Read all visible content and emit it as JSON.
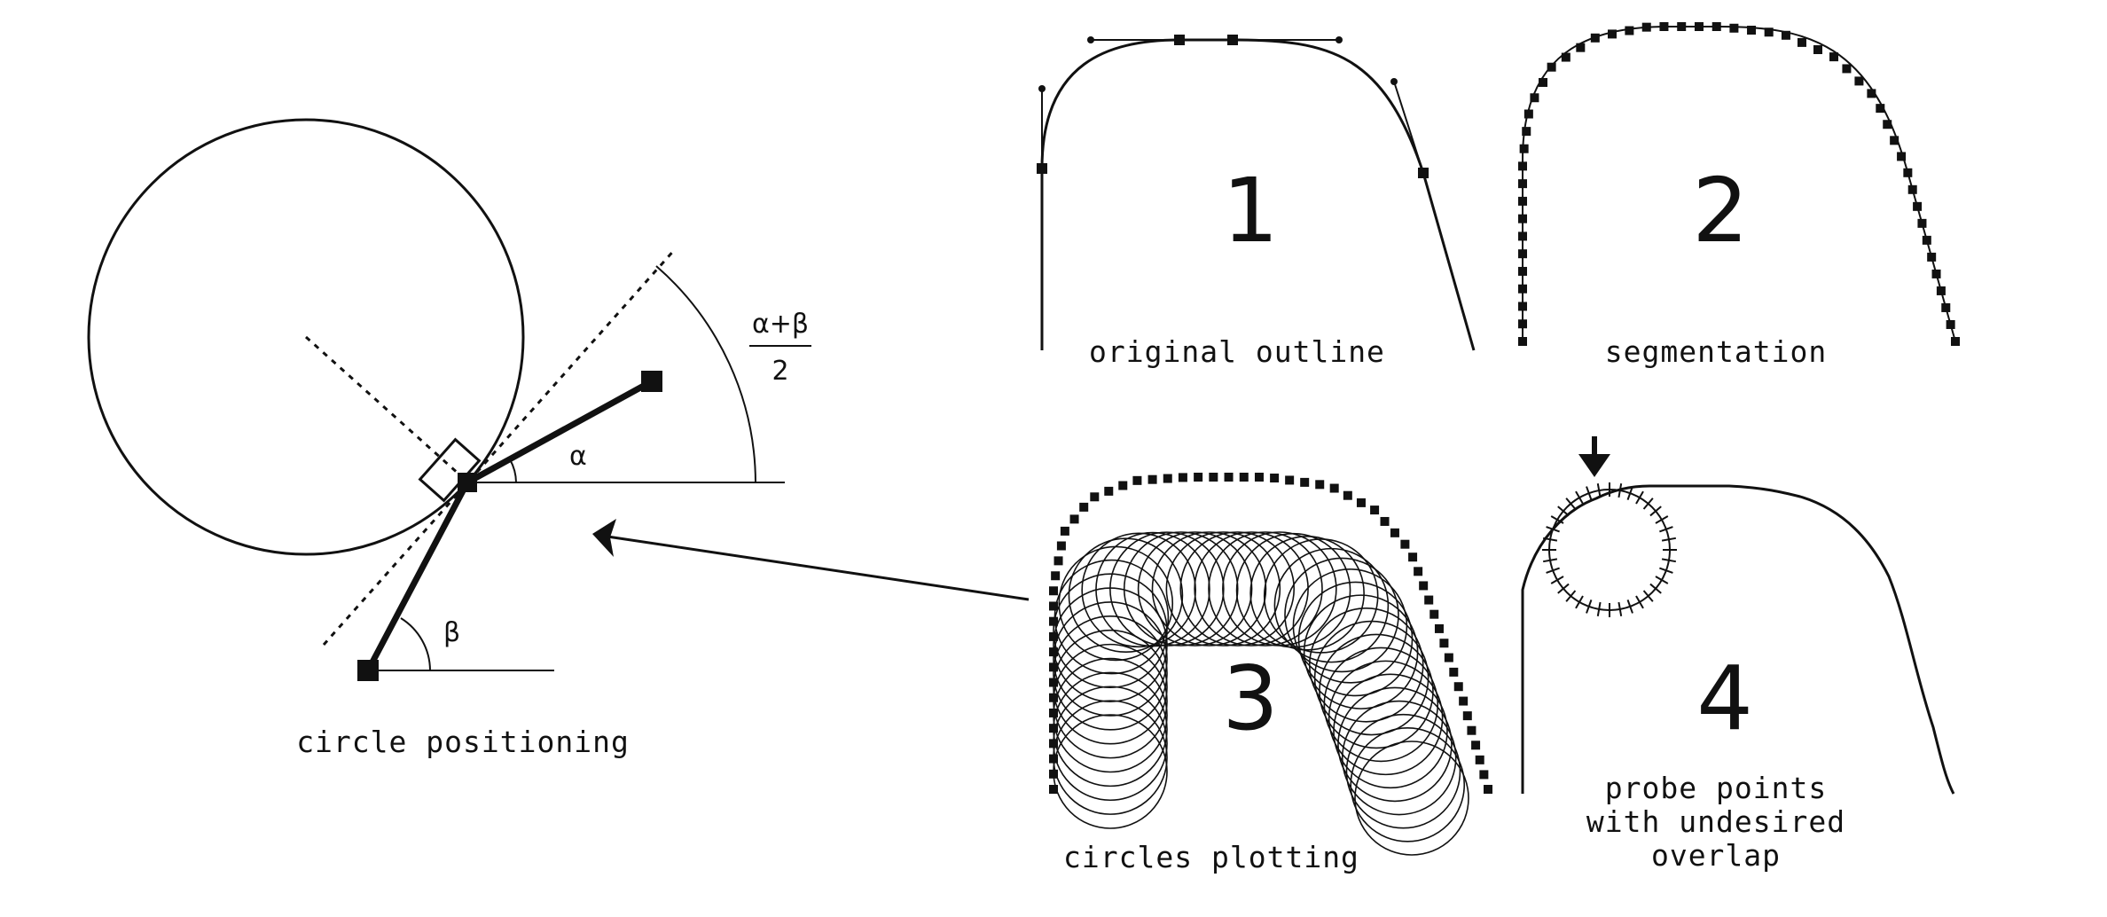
{
  "colors": {
    "ink": "#111111",
    "background": "#ffffff"
  },
  "circle_positioning": {
    "caption": "circle positioning",
    "alpha_label": "α",
    "beta_label": "β",
    "fraction_numerator": "α+β",
    "fraction_denominator": "2"
  },
  "panels": [
    {
      "number": "1",
      "caption_lines": [
        "original outline"
      ]
    },
    {
      "number": "2",
      "caption_lines": [
        "segmentation"
      ]
    },
    {
      "number": "3",
      "caption_lines": [
        "circles plotting"
      ]
    },
    {
      "number": "4",
      "caption_lines": [
        "probe points",
        "with undesired",
        "overlap"
      ]
    }
  ],
  "icons": {
    "probe_marker": "down-arrow-icon",
    "pointer": "arrow-left-icon"
  }
}
